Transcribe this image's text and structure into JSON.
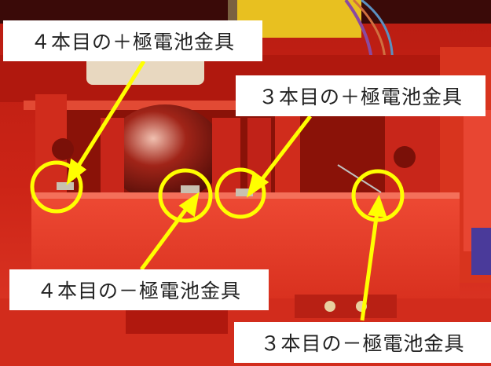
{
  "labels": {
    "plus_4": "４本目の＋極電池金具",
    "plus_3": "３本目の＋極電池金具",
    "minus_4": "４本目の－極電池金具",
    "minus_3": "３本目の－極電池金具"
  },
  "colors": {
    "highlight": "#ffff00",
    "housing": "#d42818",
    "label_bg": "#ffffff"
  }
}
